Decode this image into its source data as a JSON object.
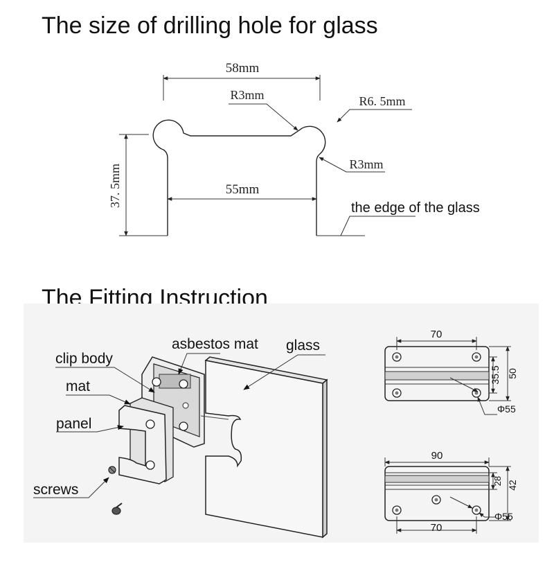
{
  "titles": {
    "drilling": "The size of drilling hole for glass",
    "fitting": "The Fitting Instruction"
  },
  "drilling_diagram": {
    "top_width": "58mm",
    "inner_radius_top": "R3mm",
    "outer_radius": "R6. 5mm",
    "inner_radius_side": "R3mm",
    "height": "37. 5mm",
    "inner_width": "55mm",
    "edge_label": "the edge of the glass"
  },
  "fitting_diagram": {
    "parts": {
      "asbestos_mat": "asbestos mat",
      "glass": "glass",
      "clip_body": "clip body",
      "mat": "mat",
      "panel": "panel",
      "screws": "screws"
    },
    "top_view": {
      "width": "70",
      "inner_height": "35.5",
      "outer_height": "50",
      "hole": "Φ55"
    },
    "bottom_view": {
      "width_top": "90",
      "inner_height": "28",
      "outer_height": "42",
      "hole": "Φ55",
      "width_bottom": "70"
    }
  }
}
